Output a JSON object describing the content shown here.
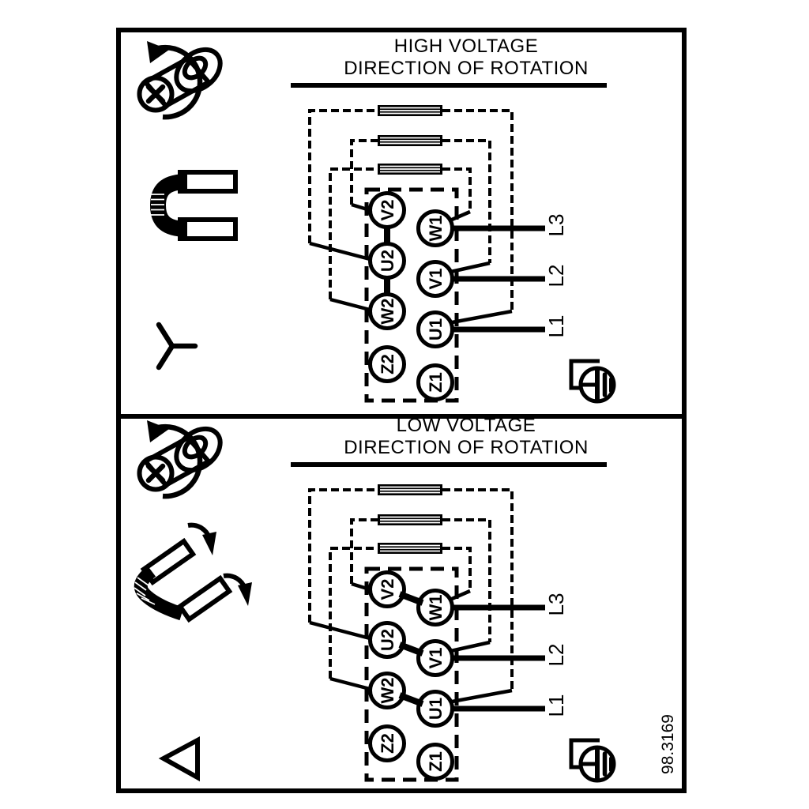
{
  "figure_number": "98.3169",
  "colors": {
    "line": "#000000",
    "background": "#ffffff"
  },
  "panels": [
    {
      "id": "high-voltage",
      "title_line1": "HIGH VOLTAGE",
      "title_line2": "DIRECTION OF ROTATION",
      "connection": "star",
      "terminals": {
        "left": [
          "V2",
          "U2",
          "W2",
          "Z2"
        ],
        "right": [
          "W1",
          "V1",
          "U1",
          "Z1"
        ]
      },
      "bridge_links": [
        "V2-U2",
        "U2-W2"
      ],
      "supply_lines": [
        {
          "label": "L3",
          "terminal": "W1"
        },
        {
          "label": "L2",
          "terminal": "V1"
        },
        {
          "label": "L1",
          "terminal": "U1"
        }
      ],
      "icons": [
        "screw-rotation-icon",
        "jumper-link-icon",
        "star-connection-icon",
        "earth-terminal-icon"
      ]
    },
    {
      "id": "low-voltage",
      "title_line1": "LOW VOLTAGE",
      "title_line2": "DIRECTION OF ROTATION",
      "connection": "delta",
      "terminals": {
        "left": [
          "V2",
          "U2",
          "W2",
          "Z2"
        ],
        "right": [
          "W1",
          "V1",
          "U1",
          "Z1"
        ]
      },
      "bridge_links": [
        "V2-W1",
        "U2-V1",
        "W2-U1"
      ],
      "supply_lines": [
        {
          "label": "L3",
          "terminal": "W1"
        },
        {
          "label": "L2",
          "terminal": "V1"
        },
        {
          "label": "L1",
          "terminal": "U1"
        }
      ],
      "icons": [
        "screw-rotation-icon",
        "jumper-reposition-icon",
        "delta-connection-icon",
        "earth-terminal-icon"
      ]
    }
  ]
}
